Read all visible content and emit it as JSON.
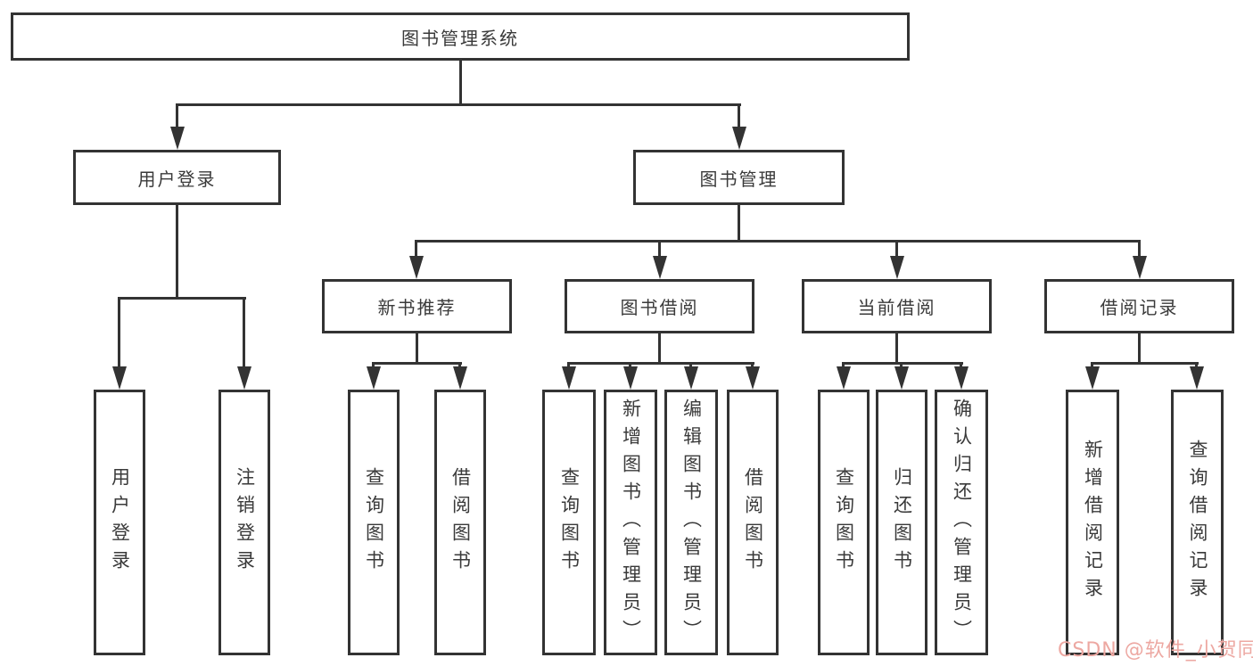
{
  "diagram": {
    "type": "hierarchy-tree",
    "root": {
      "label": "图书管理系统",
      "children": [
        {
          "label": "用户登录",
          "children": [
            {
              "label": "用户登录"
            },
            {
              "label": "注销登录"
            }
          ]
        },
        {
          "label": "图书管理",
          "children": [
            {
              "label": "新书推荐",
              "children": [
                {
                  "label": "查询图书"
                },
                {
                  "label": "借阅图书"
                }
              ]
            },
            {
              "label": "图书借阅",
              "children": [
                {
                  "label": "查询图书"
                },
                {
                  "label": "新增图书（管理员）"
                },
                {
                  "label": "编辑图书（管理员）"
                },
                {
                  "label": "借阅图书"
                }
              ]
            },
            {
              "label": "当前借阅",
              "children": [
                {
                  "label": "查询图书"
                },
                {
                  "label": "归还图书"
                },
                {
                  "label": "确认归还（管理员）"
                }
              ]
            },
            {
              "label": "借阅记录",
              "children": [
                {
                  "label": "新增借阅记录"
                },
                {
                  "label": "查询借阅记录"
                }
              ]
            }
          ]
        }
      ]
    },
    "watermark": "CSDN @软件_小贺同学",
    "colors": {
      "line": "#333333",
      "text": "#3a3a3a",
      "background": "#ffffff",
      "watermark": "#eda8a2"
    }
  }
}
